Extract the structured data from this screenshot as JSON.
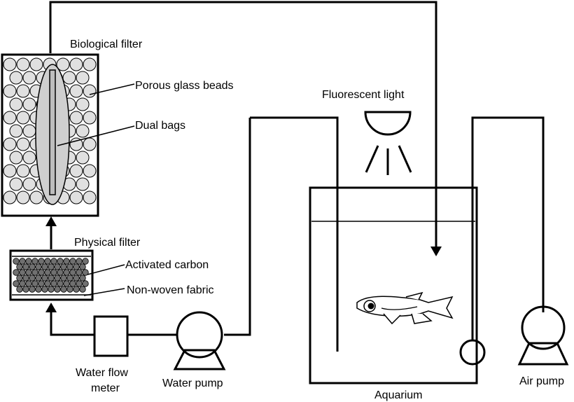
{
  "labels": {
    "biological_filter": "Biological filter",
    "porous_glass_beads": "Porous glass beads",
    "dual_bags": "Dual bags",
    "fluorescent_light": "Fluorescent light",
    "physical_filter": "Physical filter",
    "activated_carbon": "Activated carbon",
    "non_woven_fabric": "Non-woven fabric",
    "water_flow_meter_line1": "Water flow",
    "water_flow_meter_line2": "meter",
    "water_pump": "Water pump",
    "aquarium": "Aquarium",
    "air_pump": "Air pump"
  },
  "colors": {
    "line": "#000000",
    "bead_fill": "#e0e0e0",
    "carbon_fill": "#707070",
    "bag_fill": "#cfcfcf",
    "background": "#ffffff"
  }
}
